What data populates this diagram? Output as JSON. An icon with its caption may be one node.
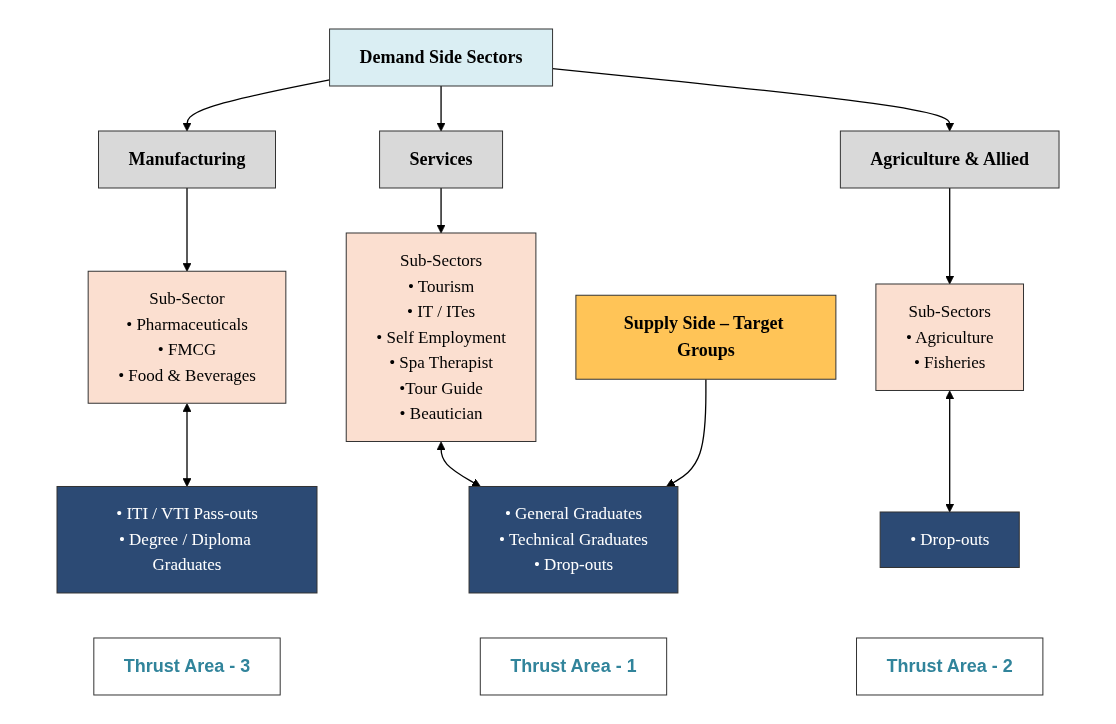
{
  "diagram": {
    "nodes": [
      {
        "text": [
          "Demand Side Sectors"
        ]
      },
      {
        "text": [
          "Manufacturing"
        ]
      },
      {
        "text": [
          "Services"
        ]
      },
      {
        "text": [
          "Agriculture & Allied"
        ]
      },
      {
        "text": [
          "Sub-Sector",
          "• Pharmaceuticals",
          "• FMCG",
          "• Food & Beverages"
        ]
      },
      {
        "text": [
          "Sub-Sectors",
          "• Tourism",
          "• IT  / ITes",
          "• Self Employment",
          "• Spa Therapist",
          "•Tour Guide",
          "• Beautician"
        ]
      },
      {
        "text": [
          "Sub-Sectors",
          "• Agriculture",
          "• Fisheries"
        ]
      },
      {
        "text": [
          "• ITI / VTI Pass-outs",
          "• Degree / Diploma Graduates"
        ]
      },
      {
        "text": [
          "• General Graduates",
          "• Technical Graduates",
          "• Drop-outs"
        ]
      },
      {
        "text": [
          "• Drop-outs"
        ]
      },
      {
        "text": [
          "Supply Side – Target Groups"
        ]
      },
      {
        "text": [
          "Thrust Area - 3"
        ]
      },
      {
        "text": [
          "Thrust Area - 1"
        ]
      },
      {
        "text": [
          "Thrust Area - 2"
        ]
      }
    ],
    "edges": [
      {
        "from": 0,
        "to": 1,
        "arrow": "to"
      },
      {
        "from": 0,
        "to": 2,
        "arrow": "to"
      },
      {
        "from": 0,
        "to": 3,
        "arrow": "to"
      },
      {
        "from": 1,
        "to": 4,
        "arrow": "to"
      },
      {
        "from": 2,
        "to": 5,
        "arrow": "to"
      },
      {
        "from": 3,
        "to": 6,
        "arrow": "to"
      },
      {
        "from": 4,
        "to": 7,
        "arrow": "both"
      },
      {
        "from": 5,
        "to": 8,
        "arrow": "both"
      },
      {
        "from": 6,
        "to": 9,
        "arrow": "both"
      },
      {
        "from": 10,
        "to": 8,
        "arrow": "to"
      }
    ]
  }
}
